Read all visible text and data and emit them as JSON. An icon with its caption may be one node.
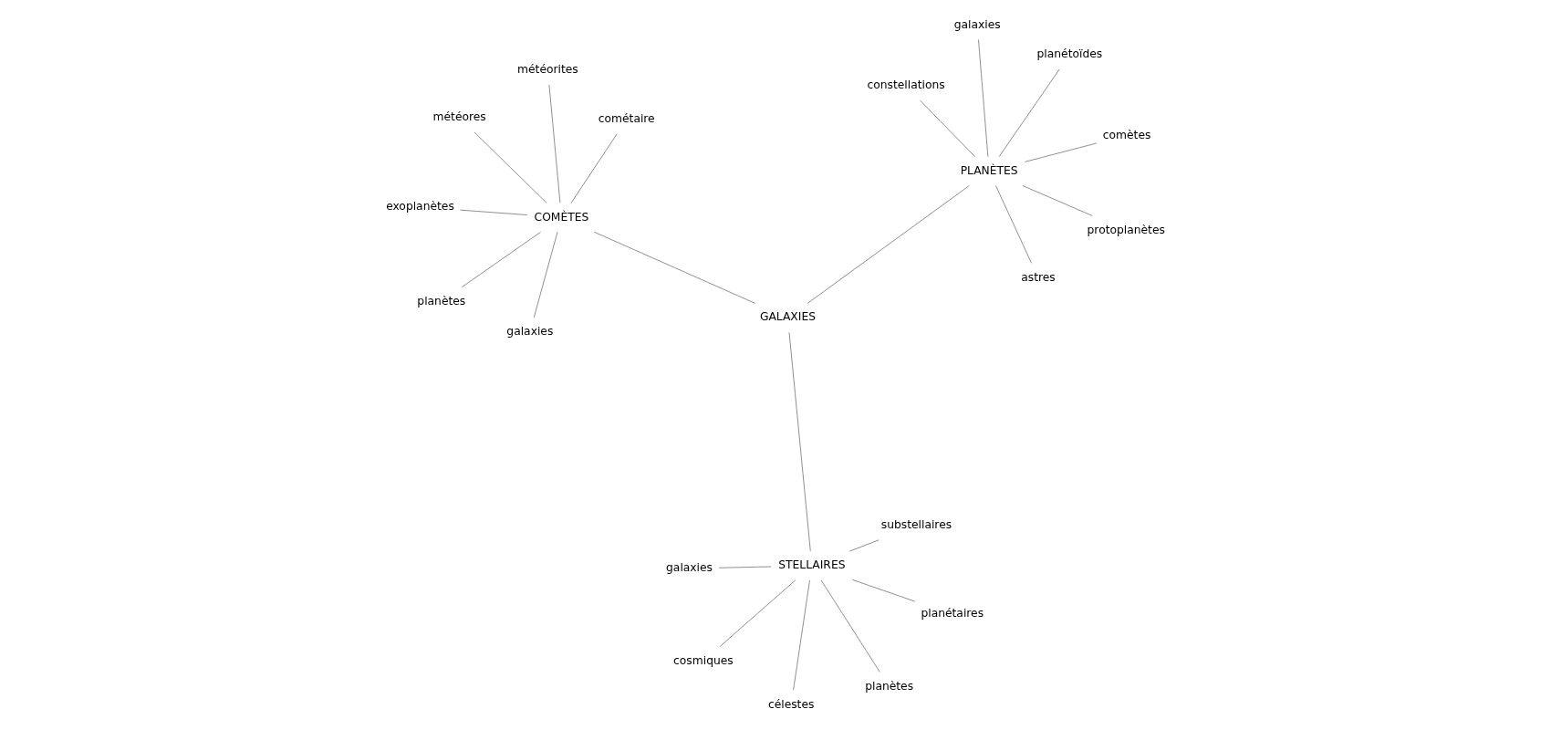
{
  "diagram": {
    "nodes": [
      {
        "text": [
          "GALAXIES"
        ]
      },
      {
        "text": [
          "STELLAIRES"
        ]
      },
      {
        "text": [
          "célestes"
        ]
      },
      {
        "text": [
          "substellaires"
        ]
      },
      {
        "text": [
          "planétaires"
        ]
      },
      {
        "text": [
          "galaxies"
        ]
      },
      {
        "text": [
          "cosmiques"
        ]
      },
      {
        "text": [
          "planètes"
        ]
      },
      {
        "text": [
          "PLANÈTES"
        ]
      },
      {
        "text": [
          "protoplanètes"
        ]
      },
      {
        "text": [
          "astres"
        ]
      },
      {
        "text": [
          "constellations"
        ]
      },
      {
        "text": [
          "comètes"
        ]
      },
      {
        "text": [
          "planétoïdes"
        ]
      },
      {
        "text": [
          "galaxies"
        ]
      },
      {
        "text": [
          "COMÈTES"
        ]
      },
      {
        "text": [
          "galaxies"
        ]
      },
      {
        "text": [
          "météores"
        ]
      },
      {
        "text": [
          "exoplanètes"
        ]
      },
      {
        "text": [
          "météorites"
        ]
      },
      {
        "text": [
          "cométaire"
        ]
      },
      {
        "text": [
          "planètes"
        ]
      }
    ],
    "edges": [
      {
        "from": 0,
        "to": 1,
        "arrow": "none"
      },
      {
        "from": 0,
        "to": 8,
        "arrow": "none"
      },
      {
        "from": 0,
        "to": 15,
        "arrow": "none"
      },
      {
        "from": 1,
        "to": 2,
        "arrow": "none"
      },
      {
        "from": 1,
        "to": 3,
        "arrow": "none"
      },
      {
        "from": 1,
        "to": 4,
        "arrow": "none"
      },
      {
        "from": 1,
        "to": 5,
        "arrow": "none"
      },
      {
        "from": 1,
        "to": 6,
        "arrow": "none"
      },
      {
        "from": 1,
        "to": 7,
        "arrow": "none"
      },
      {
        "from": 8,
        "to": 9,
        "arrow": "none"
      },
      {
        "from": 8,
        "to": 10,
        "arrow": "none"
      },
      {
        "from": 8,
        "to": 11,
        "arrow": "none"
      },
      {
        "from": 8,
        "to": 12,
        "arrow": "none"
      },
      {
        "from": 8,
        "to": 13,
        "arrow": "none"
      },
      {
        "from": 8,
        "to": 14,
        "arrow": "none"
      },
      {
        "from": 15,
        "to": 16,
        "arrow": "none"
      },
      {
        "from": 15,
        "to": 17,
        "arrow": "none"
      },
      {
        "from": 15,
        "to": 18,
        "arrow": "none"
      },
      {
        "from": 15,
        "to": 19,
        "arrow": "none"
      },
      {
        "from": 15,
        "to": 20,
        "arrow": "none"
      },
      {
        "from": 15,
        "to": 21,
        "arrow": "none"
      }
    ]
  }
}
